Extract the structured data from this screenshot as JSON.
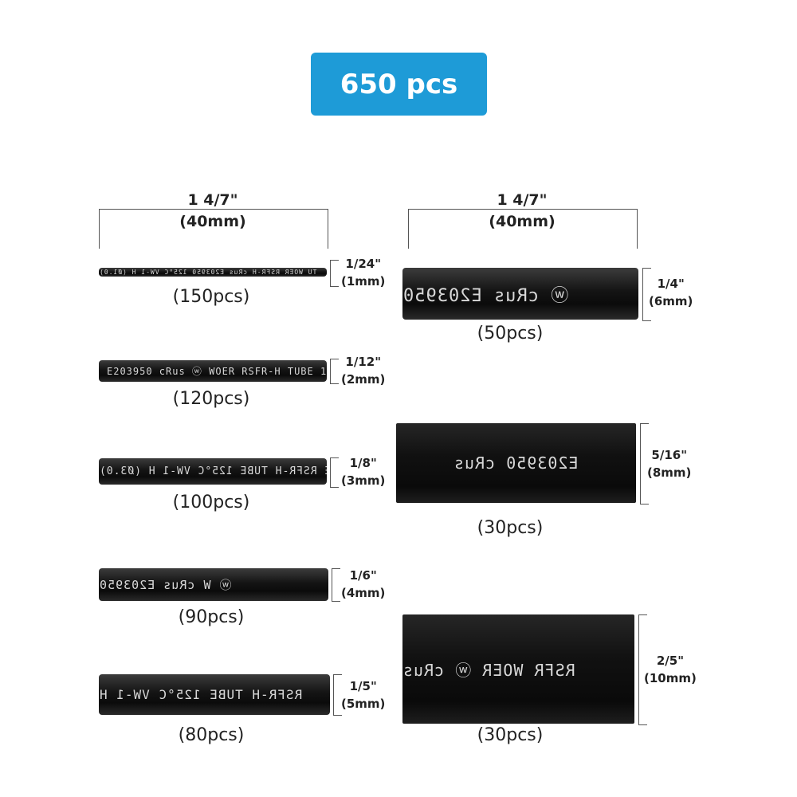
{
  "header": {
    "total": "650 pcs"
  },
  "length": {
    "inch": "1 4/7\"",
    "mm": "(40mm)"
  },
  "left_column": [
    {
      "size_in": "1/24\"",
      "size_mm": "(1mm)",
      "count": "(150pcs)",
      "print": "TU  WOER RSFR-H  cRus  E203950  125°C VW-1 H (Ø1.0)"
    },
    {
      "size_in": "1/12\"",
      "size_mm": "(2mm)",
      "count": "(120pcs)",
      "print": "E203950 cRus ⓦ WOER RSFR-H TUBE 1"
    },
    {
      "size_in": "1/8\"",
      "size_mm": "(3mm)",
      "count": "(100pcs)",
      "print": "E  RSFR-H TUBE 125°C VW-1 H (Ø3.0)"
    },
    {
      "size_in": "1/6\"",
      "size_mm": "(4mm)",
      "count": "(90pcs)",
      "print": "ⓦ W  cRus E203950"
    },
    {
      "size_in": "1/5\"",
      "size_mm": "(5mm)",
      "count": "(80pcs)",
      "print": "RSFR-H TUBE 125°C VW-1 H"
    }
  ],
  "right_column": [
    {
      "size_in": "1/4\"",
      "size_mm": "(6mm)",
      "count": "(50pcs)",
      "print": "ⓦ  cRus  E203950"
    },
    {
      "size_in": "5/16\"",
      "size_mm": "(8mm)",
      "count": "(30pcs)",
      "print": "E203950   cRus"
    },
    {
      "size_in": "2/5\"",
      "size_mm": "(10mm)",
      "count": "(30pcs)",
      "print": "RSFR   WOER   ⓦ   cRus"
    }
  ]
}
